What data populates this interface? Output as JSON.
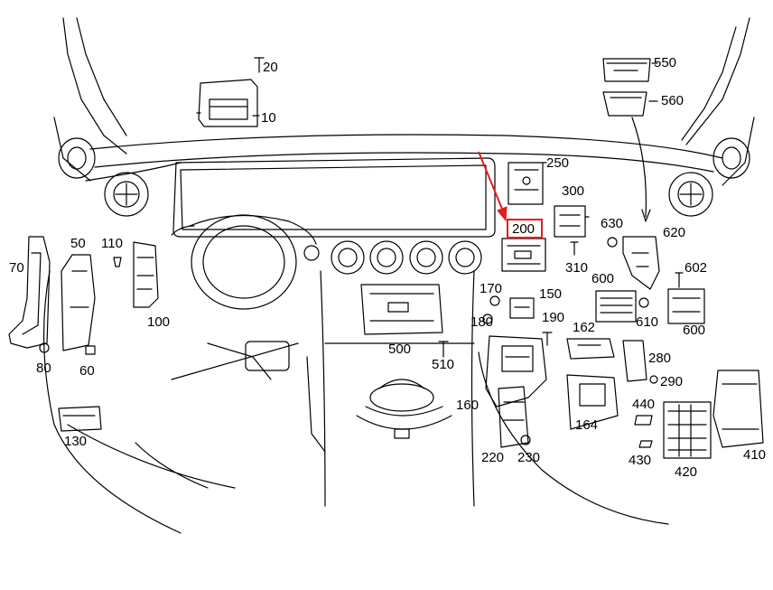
{
  "diagram": {
    "highlight_color": "#e51b1b",
    "line_color": "#000000",
    "highlighted_part": "200",
    "callouts": [
      {
        "id": "p20",
        "text": "20"
      },
      {
        "id": "p10",
        "text": "10"
      },
      {
        "id": "p550",
        "text": "550"
      },
      {
        "id": "p560",
        "text": "560"
      },
      {
        "id": "p250",
        "text": "250"
      },
      {
        "id": "p300",
        "text": "300"
      },
      {
        "id": "p200",
        "text": "200"
      },
      {
        "id": "p630",
        "text": "630"
      },
      {
        "id": "p620",
        "text": "620"
      },
      {
        "id": "p310",
        "text": "310"
      },
      {
        "id": "p70",
        "text": "70"
      },
      {
        "id": "p50",
        "text": "50"
      },
      {
        "id": "p110",
        "text": "110"
      },
      {
        "id": "p100",
        "text": "100"
      },
      {
        "id": "p80",
        "text": "80"
      },
      {
        "id": "p60",
        "text": "60"
      },
      {
        "id": "p130",
        "text": "130"
      },
      {
        "id": "p500",
        "text": "500"
      },
      {
        "id": "p510",
        "text": "510"
      },
      {
        "id": "p170",
        "text": "170"
      },
      {
        "id": "p150",
        "text": "150"
      },
      {
        "id": "p180",
        "text": "180"
      },
      {
        "id": "p190",
        "text": "190"
      },
      {
        "id": "p162",
        "text": "162"
      },
      {
        "id": "p600a",
        "text": "600"
      },
      {
        "id": "p602",
        "text": "602"
      },
      {
        "id": "p610",
        "text": "610"
      },
      {
        "id": "p600b",
        "text": "600"
      },
      {
        "id": "p280",
        "text": "280"
      },
      {
        "id": "p290",
        "text": "290"
      },
      {
        "id": "p160",
        "text": "160"
      },
      {
        "id": "p164",
        "text": "164"
      },
      {
        "id": "p440",
        "text": "440"
      },
      {
        "id": "p220",
        "text": "220"
      },
      {
        "id": "p230",
        "text": "230"
      },
      {
        "id": "p430",
        "text": "430"
      },
      {
        "id": "p420",
        "text": "420"
      },
      {
        "id": "p410",
        "text": "410"
      }
    ]
  }
}
